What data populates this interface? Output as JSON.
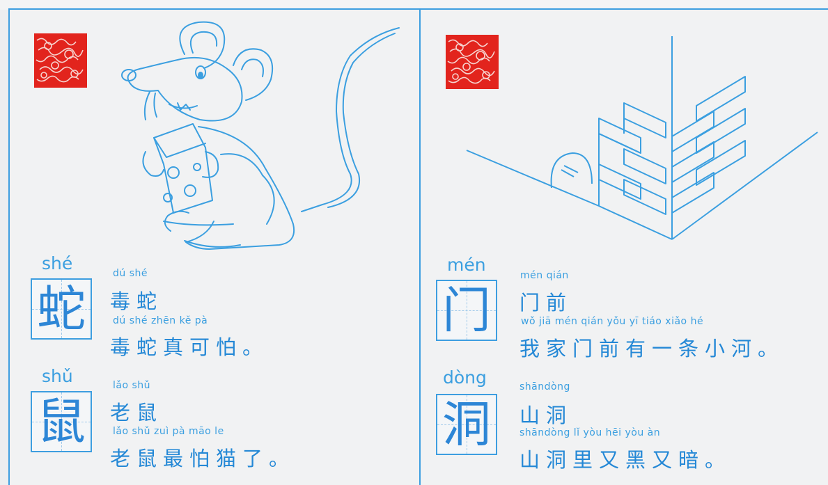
{
  "left": {
    "entries": [
      {
        "pinyin": "shé",
        "char": "蛇",
        "word_pinyin": "dú  shé",
        "word": "毒蛇",
        "sentence_pinyin": "dú  shé zhēn  kě    pà",
        "sentence": "毒蛇真可怕。"
      },
      {
        "pinyin": "shǔ",
        "char": "鼠",
        "word_pinyin": "lǎo  shǔ",
        "word": "老鼠",
        "sentence_pinyin": "lǎo  shǔ  zuì  pà  māo  le",
        "sentence": "老鼠最怕猫了。"
      }
    ]
  },
  "right": {
    "entries": [
      {
        "pinyin": "mén",
        "char": "门",
        "word_pinyin": "mén qián",
        "word": "门前",
        "sentence_pinyin": "wǒ   jiā  mén qián yǒu   yī   tiáo xiǎo  hé",
        "sentence": "我家门前有一条小河。"
      },
      {
        "pinyin": "dòng",
        "char": "洞",
        "word_pinyin": "shāndòng",
        "word": "山洞",
        "sentence_pinyin": "shāndòng  lǐ   yòu  hēi  yòu  àn",
        "sentence": "山洞里又黑又暗。"
      }
    ]
  },
  "colors": {
    "accent": "#3d9ee0",
    "stamp": "#e2241d",
    "paper": "#f1f2f3"
  },
  "icons": [
    "stamp-seal-icon",
    "mouse-drawing",
    "wall-hole-drawing"
  ]
}
